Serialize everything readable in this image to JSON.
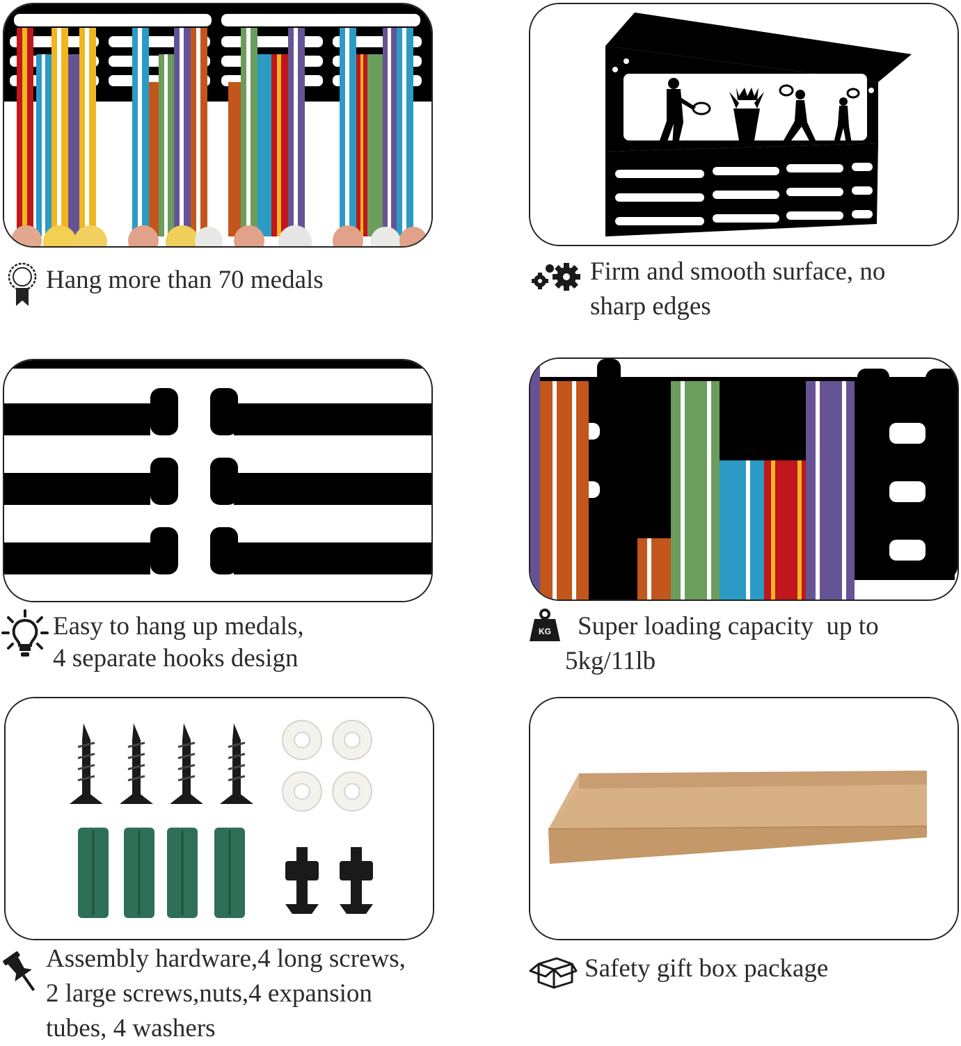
{
  "features": [
    {
      "id": "medals",
      "icon": "medal-ribbon-icon",
      "lines": [
        "Hang more than 70 medals"
      ]
    },
    {
      "id": "surface",
      "icon": "gears-icon",
      "lines": [
        "Firm and smooth surface, no",
        "sharp edges"
      ]
    },
    {
      "id": "hooks",
      "icon": "lightbulb-icon",
      "lines": [
        "Easy to hang up medals,",
        "4 separate hooks design"
      ]
    },
    {
      "id": "capacity",
      "icon": "weight-kg-icon",
      "icon_text": "KG",
      "lines": [
        "Super loading capacity  up to",
        "5kg/11lb"
      ]
    },
    {
      "id": "hardware",
      "icon": "pushpin-icon",
      "lines": [
        "Assembly hardware,4 long screws,",
        "2 large screws,nuts,4 expansion",
        "tubes, 4 washers"
      ]
    },
    {
      "id": "package",
      "icon": "box-icon",
      "lines": [
        "Safety gift box package"
      ]
    }
  ],
  "colors": {
    "rack": "#000000",
    "ribbon_red": "#c0161c",
    "ribbon_yellow": "#f2b51f",
    "ribbon_blue": "#2b9bc6",
    "ribbon_green": "#6b9d5c",
    "ribbon_purple": "#665396",
    "ribbon_orange": "#c2561c",
    "anchor_green": "#2f6f58",
    "washer": "#f4f2ec",
    "box": "#d9b48b"
  }
}
